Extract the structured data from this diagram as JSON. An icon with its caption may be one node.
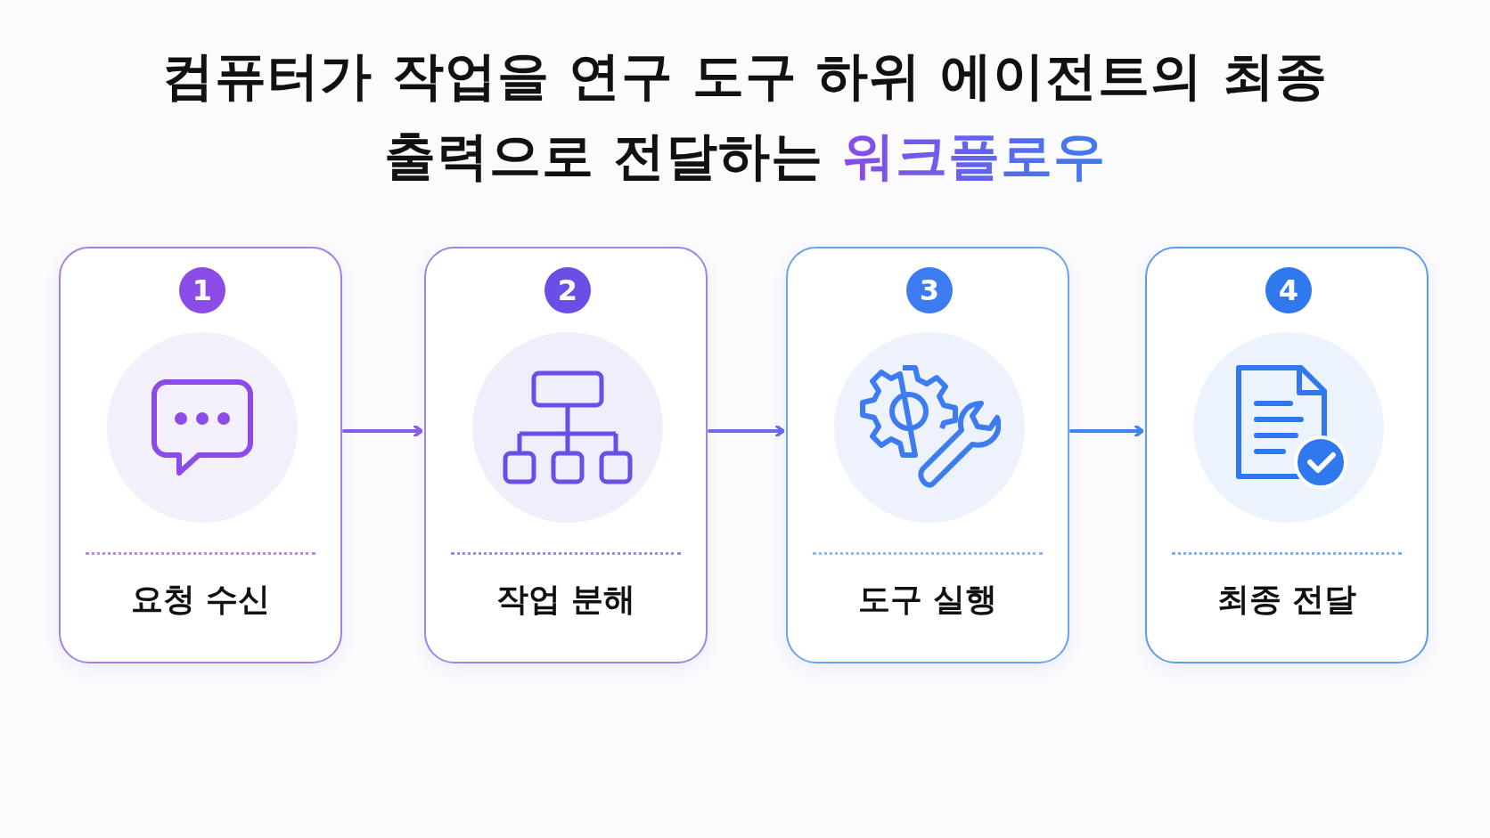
{
  "diagram": {
    "title": "컴퓨터가 작업을 연구 도구 하위 에이전트의 최종 출력으로 전달하는 워크플로우",
    "nodes": [
      {
        "text": [
          "1",
          "요청 수신"
        ]
      },
      {
        "text": [
          "2",
          "작업 분해"
        ]
      },
      {
        "text": [
          "3",
          "도구 실행"
        ]
      },
      {
        "text": [
          "4",
          "최종 전달"
        ]
      }
    ],
    "edges": [
      {
        "from": 0,
        "to": 1,
        "arrow": "to"
      },
      {
        "from": 1,
        "to": 2,
        "arrow": "to"
      },
      {
        "from": 2,
        "to": 3,
        "arrow": "to"
      }
    ]
  }
}
